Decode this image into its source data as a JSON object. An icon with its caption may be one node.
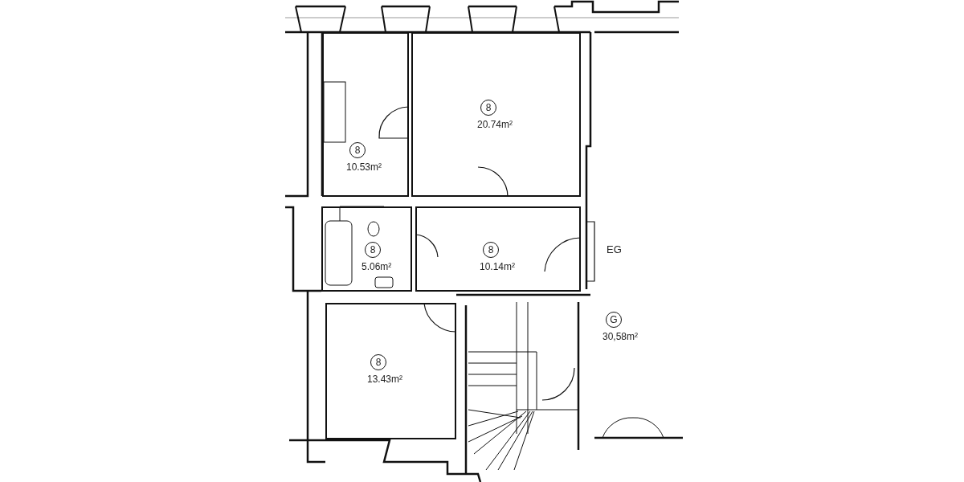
{
  "diagram": {
    "nodes": [
      {
        "text": [
          "8",
          "10.53m²"
        ]
      },
      {
        "text": [
          "8",
          "20.74m²"
        ]
      },
      {
        "text": [
          "8",
          "5.06m²"
        ]
      },
      {
        "text": [
          "8",
          "10.14m²"
        ]
      },
      {
        "text": [
          "8",
          "13.43m²"
        ]
      },
      {
        "text": [
          "G",
          "30,58m²"
        ]
      }
    ],
    "edges": [],
    "labels": [
      "EG"
    ]
  }
}
